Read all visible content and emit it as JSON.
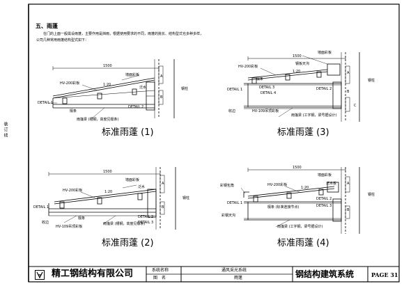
{
  "margin_note": "装订线",
  "section": {
    "heading": "五、雨蓬",
    "intro1": "在门的上面一般需设雨蓬，主要作用是挡雨，根据使用要求的不同，雨蓬的挑长、结构型式也多种多样，",
    "intro2": "公司几种常用雨蓬结构型式如下："
  },
  "detail1": {
    "caption": "标准雨蓬 (1)",
    "dim": "1500",
    "slope": "1:20",
    "labels": [
      "墙面彩板",
      "泛水",
      "HV-200彩板",
      "DETAIL 1",
      "檩条",
      "雨篷梁 (槽钢，高度见檩条)",
      "DETAIL 2",
      "钢柱"
    ],
    "marks": [
      "A",
      "B"
    ]
  },
  "detail2": {
    "caption": "标准雨蓬 (2)",
    "dim": "1500",
    "slope": "1:20",
    "labels": [
      "墙面彩板",
      "泛水",
      "HV-200彩板",
      "DETAIL 1",
      "收边",
      "HV-109吊顶彩板",
      "雨篷梁 (槽钢，高度见檩条)",
      "檩条",
      "DETAIL 2",
      "DETAIL 3",
      "钢柱"
    ],
    "marks": [
      "A",
      "B"
    ]
  },
  "detail3": {
    "caption": "标准雨蓬 (3)",
    "dim": "1500",
    "slope": "1:20",
    "labels": [
      "墙面彩板",
      "HV-200彩板",
      "钢板天沟",
      "DETAIL 1",
      "DETAIL 2",
      "DETAIL 3",
      "DETAIL 4",
      "檩条",
      "收边",
      "HV-109吊顶彩板",
      "雨篷梁 (工字钢，梁号据设计)",
      "钢柱"
    ],
    "marks": [
      "A",
      "B",
      "C"
    ]
  },
  "detail4": {
    "caption": "标准雨蓬 (4)",
    "dim": "1500",
    "slope": "1:20",
    "labels": [
      "墙面彩板",
      "彩钢包角",
      "HV-200彩板",
      "泛水板",
      "彩钢天沟",
      "DETAIL 1",
      "DETAIL 2",
      "DETAIL 3",
      "檩条 (标准连接节点)",
      "雨篷梁 (工字钢，梁号据设计)",
      "钢柱"
    ],
    "marks": [
      "A",
      "B"
    ]
  },
  "titleblock": {
    "company": "精工钢结构有限公司",
    "system_name_label": "系统名称",
    "system_name_value": "通风采光系统",
    "drawing_name_label": "图　名",
    "drawing_name_value": "雨蓬",
    "series": "钢结构建筑系统",
    "page": "PAGE 31"
  }
}
